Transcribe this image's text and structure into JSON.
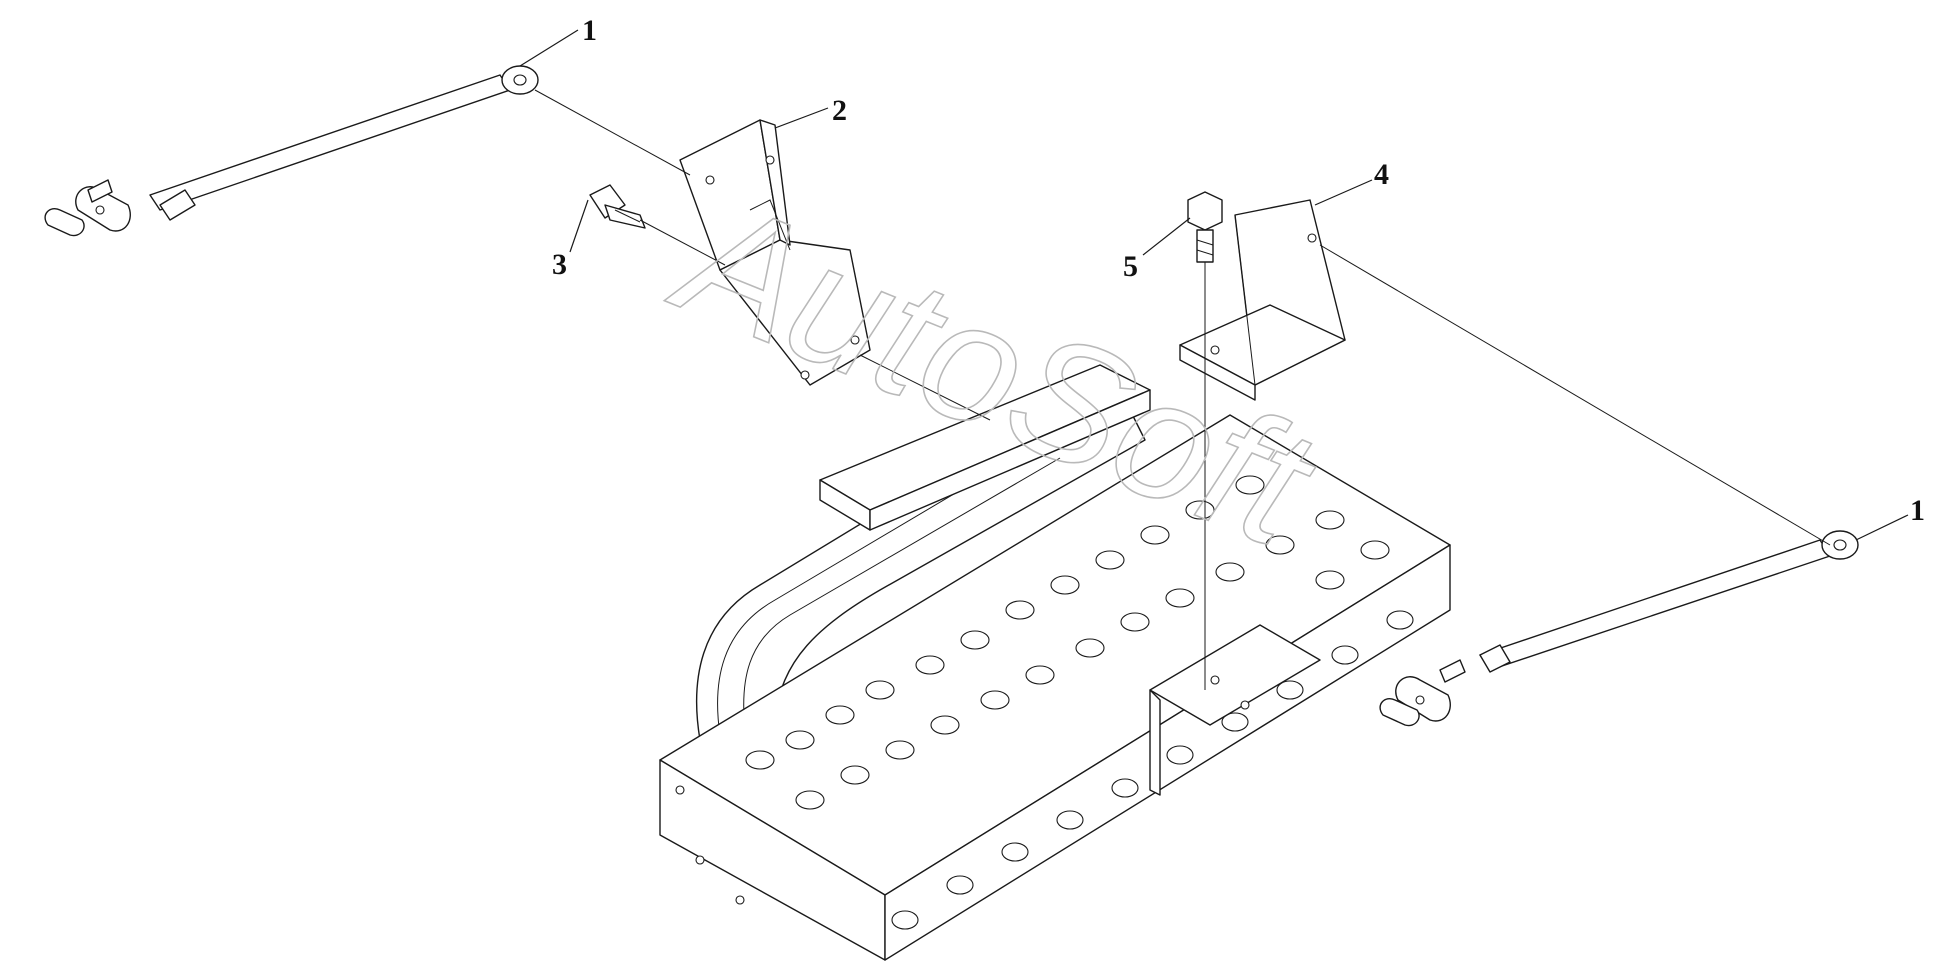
{
  "watermark": "AutoSoft",
  "callouts": {
    "c1_left": "1",
    "c2": "2",
    "c3": "3",
    "c4": "4",
    "c5": "5",
    "c1_right": "1"
  }
}
